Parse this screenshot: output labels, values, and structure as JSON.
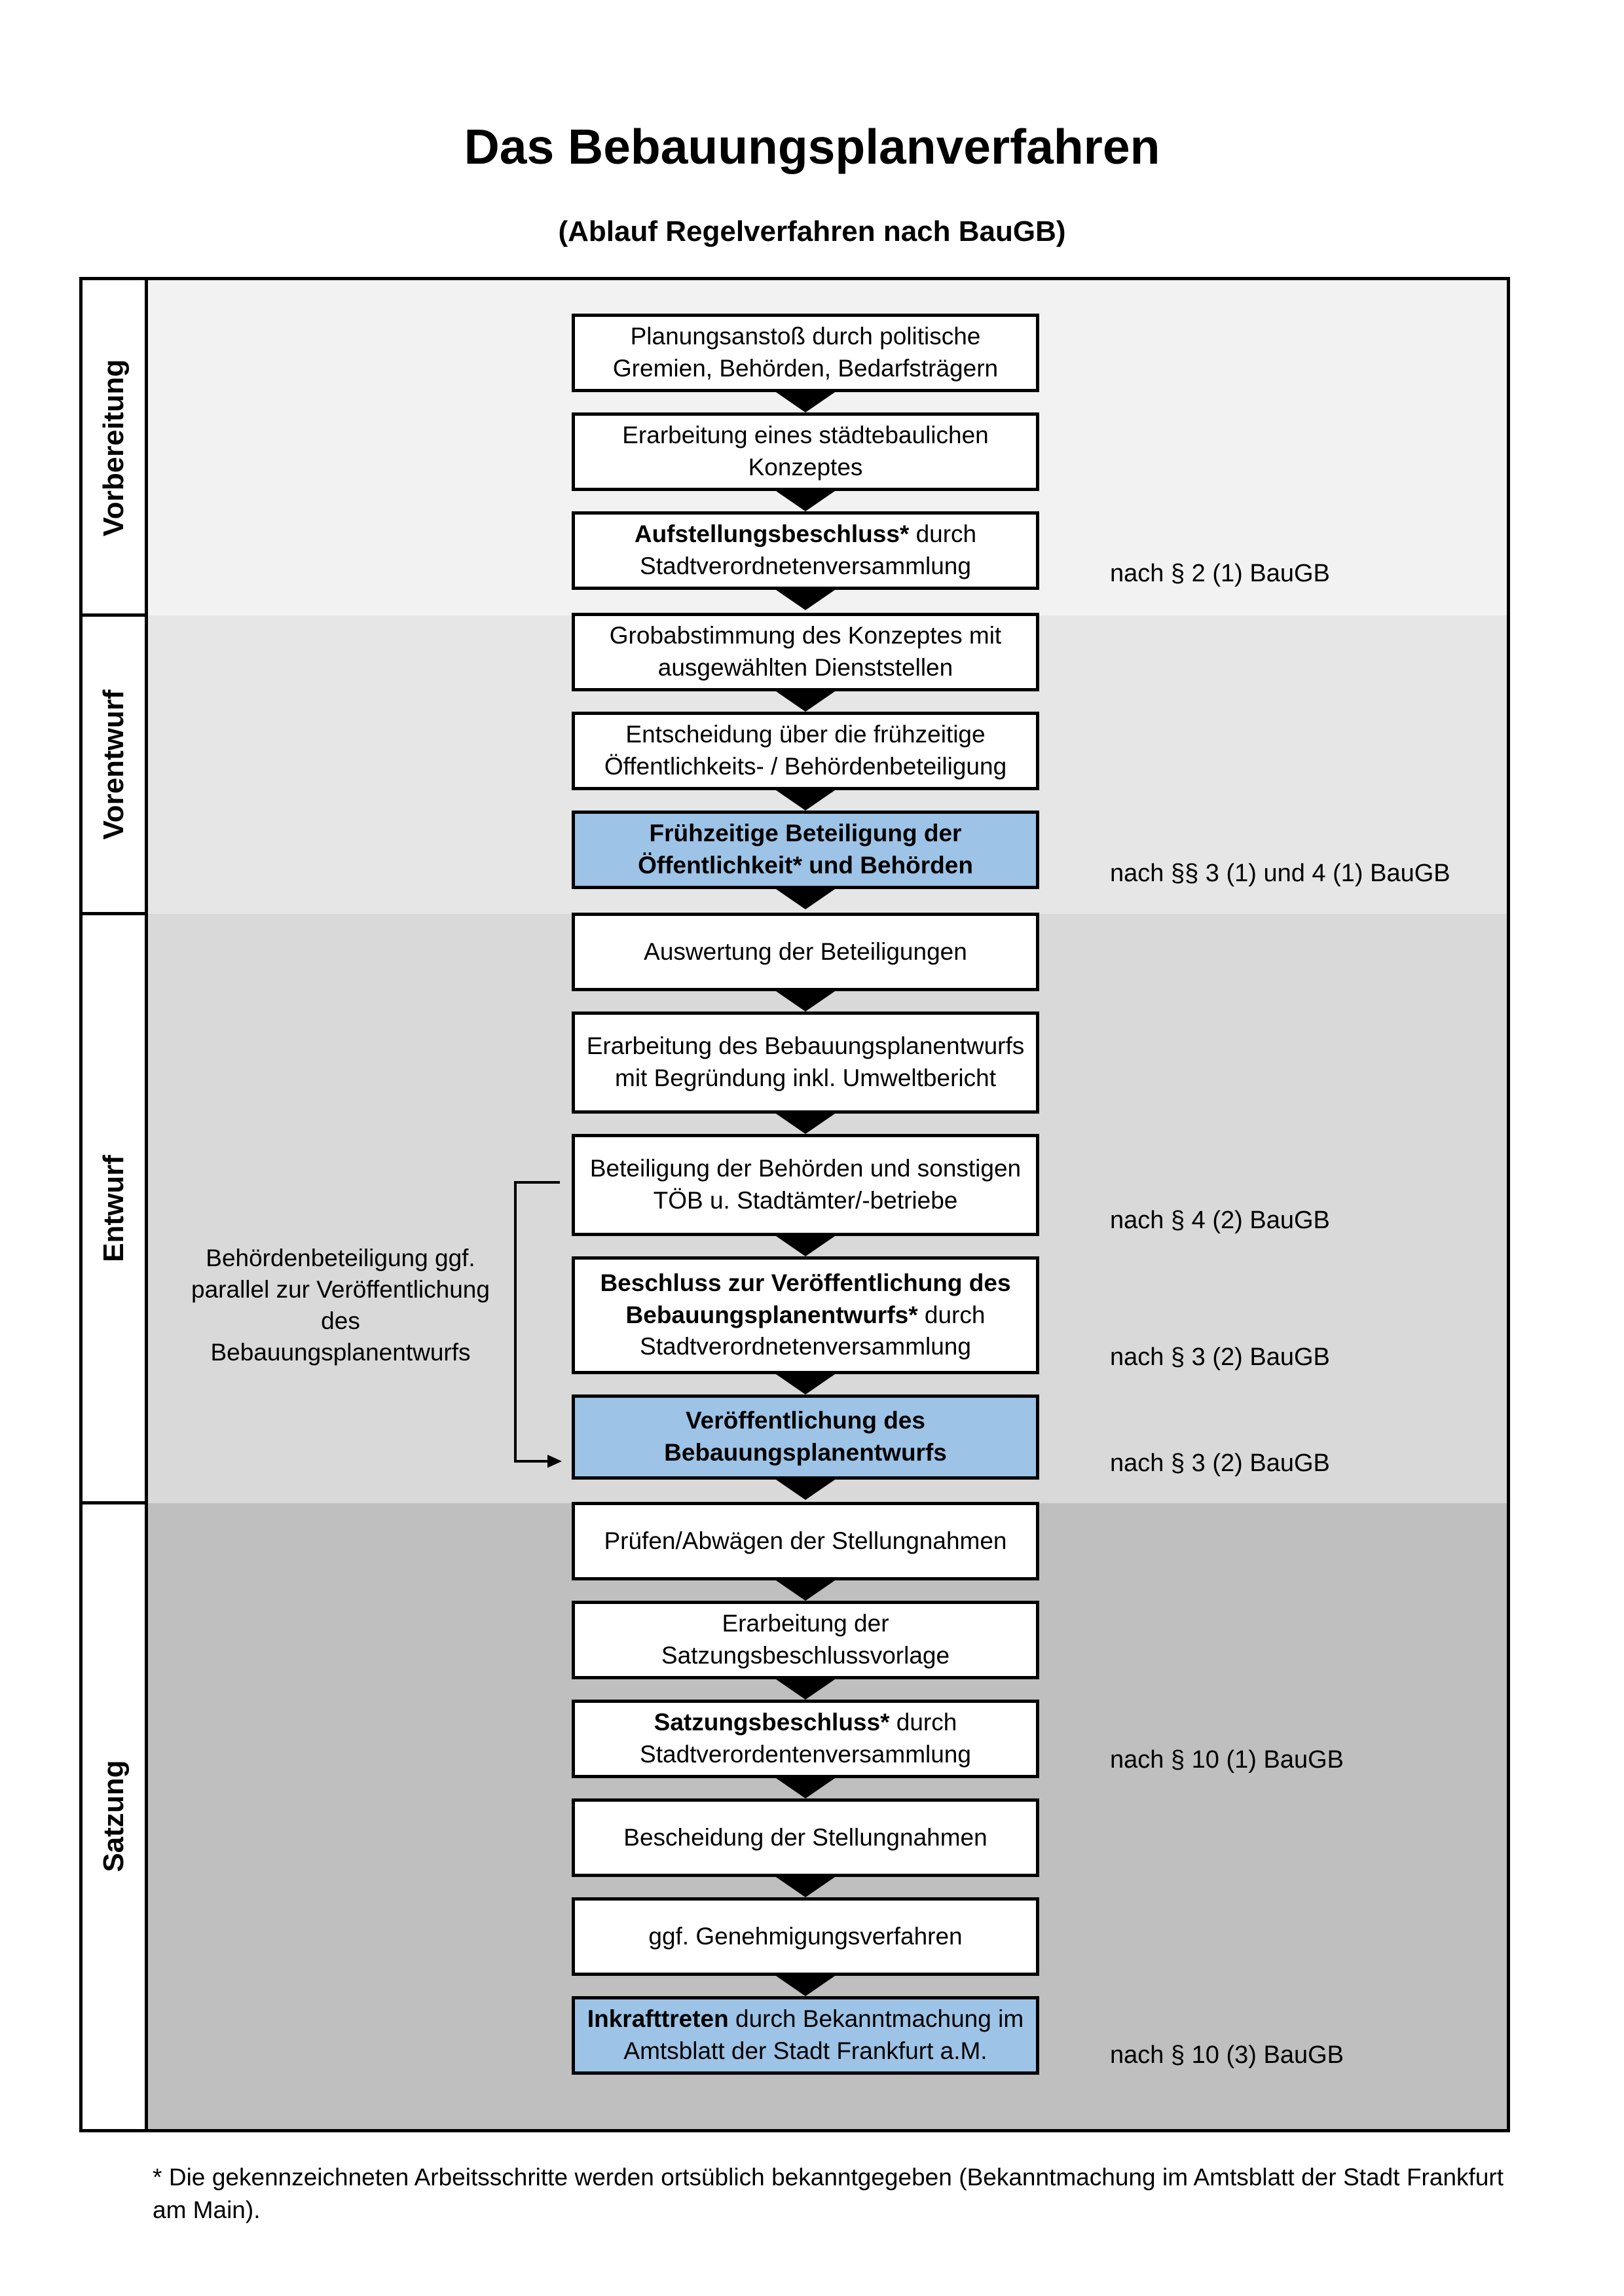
{
  "title": "Das Bebauungsplanverfahren",
  "subtitle": "(Ablauf Regelverfahren nach BauGB)",
  "phases": [
    {
      "label": "Vorbereitung",
      "color": "#f2f2f2"
    },
    {
      "label": "Vorentwurf",
      "color": "#e6e6e6"
    },
    {
      "label": "Entwurf",
      "color": "#d9d9d9"
    },
    {
      "label": "Satzung",
      "color": "#bfbfbf"
    }
  ],
  "steps": [
    {
      "pre_bold": "",
      "bold": "",
      "text": "Planungsanstoß durch politische Gremien, Behörden, Bedarfsträgern",
      "highlight": false
    },
    {
      "pre_bold": "",
      "bold": "",
      "text": "Erarbeitung eines städtebaulichen Konzeptes",
      "highlight": false
    },
    {
      "pre_bold": "",
      "bold": "Aufstellungsbeschluss*",
      "text": " durch Stadtverordnetenversammlung",
      "highlight": false
    },
    {
      "pre_bold": "",
      "bold": "",
      "text": "Grobabstimmung des Konzeptes mit ausgewählten Dienststellen",
      "highlight": false
    },
    {
      "pre_bold": "",
      "bold": "",
      "text": "Entscheidung über die frühzeitige Öffentlichkeits- / Behördenbeteiligung",
      "highlight": false
    },
    {
      "pre_bold": "",
      "bold": "Frühzeitige Beteiligung der Öffentlichkeit* und Behörden",
      "text": "",
      "highlight": true
    },
    {
      "pre_bold": "",
      "bold": "",
      "text": "Auswertung der Beteiligungen",
      "highlight": false
    },
    {
      "pre_bold": "",
      "bold": "",
      "text": "Erarbeitung des Bebauungsplanentwurfs mit Begründung inkl. Umweltbericht",
      "highlight": false
    },
    {
      "pre_bold": "",
      "bold": "",
      "text": "Beteiligung der Behörden und sonstigen TÖB u. Stadtämter/-betriebe",
      "highlight": false
    },
    {
      "pre_bold": "",
      "bold": "Beschluss zur Veröffentlichung des Bebauungsplanentwurfs*",
      "text": " durch Stadtverordnetenversammlung",
      "highlight": false
    },
    {
      "pre_bold": "",
      "bold": "Veröffentlichung des Bebauungsplanentwurfs",
      "text": "",
      "highlight": true
    },
    {
      "pre_bold": "",
      "bold": "",
      "text": "Prüfen/Abwägen der Stellungnahmen",
      "highlight": false
    },
    {
      "pre_bold": "",
      "bold": "",
      "text": "Erarbeitung der Satzungsbeschlussvorlage",
      "highlight": false
    },
    {
      "pre_bold": "",
      "bold": "Satzungsbeschluss*",
      "text": " durch Stadtverordentenversammlung",
      "highlight": false
    },
    {
      "pre_bold": "",
      "bold": "",
      "text": "Bescheidung der Stellungnahmen",
      "highlight": false
    },
    {
      "pre_bold": "",
      "bold": "",
      "text": "ggf. Genehmigungsverfahren",
      "highlight": false
    },
    {
      "pre_bold": "",
      "bold": "Inkrafttreten",
      "text": " durch Bekanntmachung im Amtsblatt der Stadt Frankfurt a.M.",
      "highlight": true
    }
  ],
  "notes": [
    "nach § 2 (1) BauGB",
    "nach §§ 3 (1) und 4 (1) BauGB",
    "nach § 4 (2) BauGB",
    "nach § 3 (2) BauGB",
    "nach § 3 (2) BauGB",
    "nach § 10 (1) BauGB",
    "nach § 10 (3) BauGB"
  ],
  "side_note": "Behördenbeteiligung ggf. parallel zur Veröffentlichung des Bebauungsplanentwurfs",
  "footnote": "* Die gekennzeichneten Arbeitsschritte werden ortsüblich bekanntgegeben (Bekanntmachung im Amtsblatt  der Stadt Frankfurt am Main).",
  "colors": {
    "highlight": "#9dc3e6",
    "border": "#000000"
  }
}
